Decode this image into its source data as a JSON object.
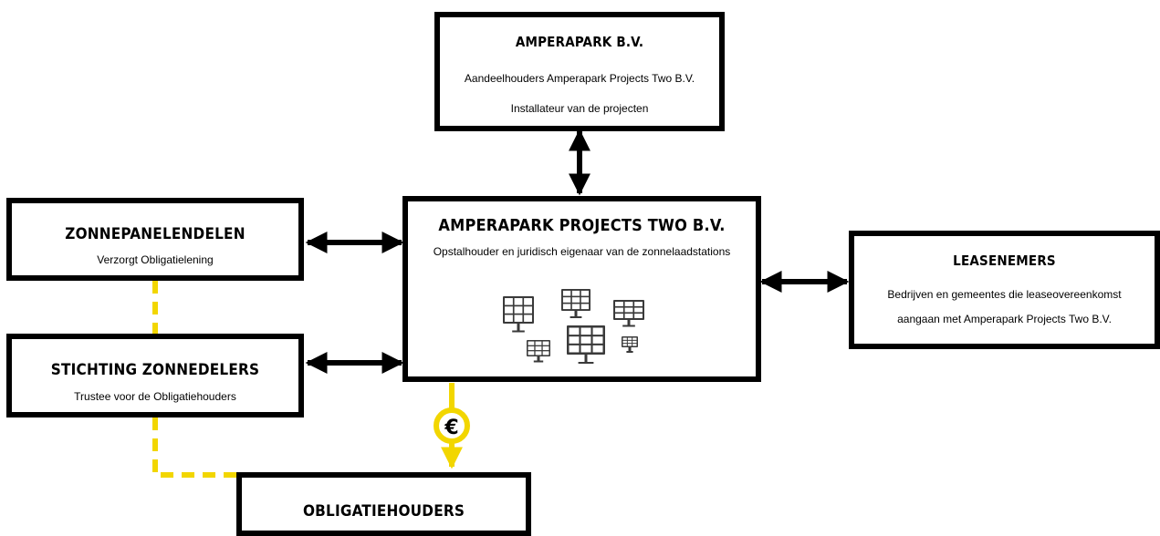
{
  "boxes": {
    "amperapark": {
      "title": "AMPERAPARK B.V.",
      "line1": "Aandeelhouders Amperapark Projects Two B.V.",
      "line2": "Installateur van de projecten"
    },
    "projects_two": {
      "title": "AMPERAPARK PROJECTS TWO B.V.",
      "line1": "Opstalhouder en juridisch eigenaar van de zonnelaadstations"
    },
    "zonnepanelendelen": {
      "title": "ZONNEPANELENDELEN",
      "line1": "Verzorgt Obligatielening"
    },
    "stichting": {
      "title": "STICHTING ZONNEDELERS",
      "line1": "Trustee voor de Obligatiehouders"
    },
    "leasenemers": {
      "title": "LEASENEMERS",
      "line1": "Bedrijven en gemeentes die leaseovereenkomst",
      "line2": "aangaan met Amperapark Projects Two B.V."
    },
    "obligatiehouders": {
      "title": "OBLIGATIEHOUDERS"
    }
  },
  "euro_symbol": "€",
  "colors": {
    "border": "#000000",
    "accent_yellow": "#f2d600",
    "panel_dark": "#3a3a3a",
    "panel_cell": "#ffffff"
  },
  "icons": [
    "solar-panel-icon"
  ]
}
